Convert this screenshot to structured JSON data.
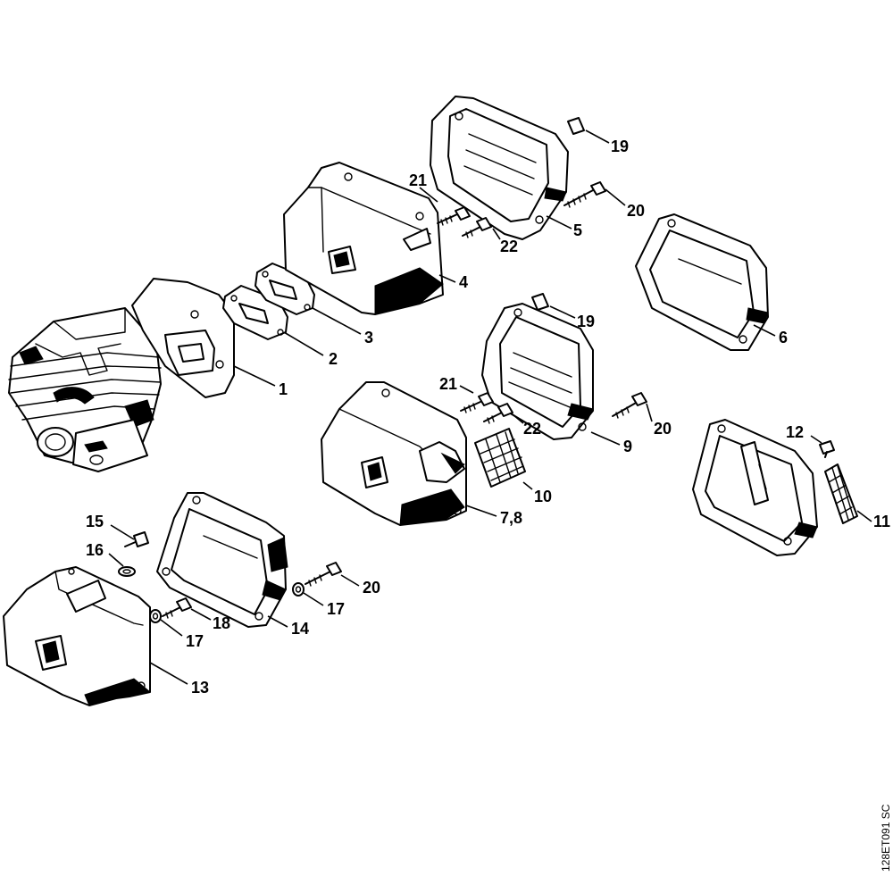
{
  "figure_code": "128ET091 SC",
  "parts": [
    {
      "id": "p1",
      "label": "1"
    },
    {
      "id": "p2",
      "label": "2"
    },
    {
      "id": "p3",
      "label": "3"
    },
    {
      "id": "p4",
      "label": "4"
    },
    {
      "id": "p5",
      "label": "5"
    },
    {
      "id": "p6",
      "label": "6"
    },
    {
      "id": "p78",
      "label": "7,8"
    },
    {
      "id": "p9",
      "label": "9"
    },
    {
      "id": "p10",
      "label": "10"
    },
    {
      "id": "p11",
      "label": "11"
    },
    {
      "id": "p12",
      "label": "12"
    },
    {
      "id": "p13",
      "label": "13"
    },
    {
      "id": "p14",
      "label": "14"
    },
    {
      "id": "p15",
      "label": "15"
    },
    {
      "id": "p16",
      "label": "16"
    },
    {
      "id": "p17a",
      "label": "17"
    },
    {
      "id": "p17b",
      "label": "17"
    },
    {
      "id": "p18",
      "label": "18"
    },
    {
      "id": "p19a",
      "label": "19"
    },
    {
      "id": "p19b",
      "label": "19"
    },
    {
      "id": "p20a",
      "label": "20"
    },
    {
      "id": "p20b",
      "label": "20"
    },
    {
      "id": "p20c",
      "label": "20"
    },
    {
      "id": "p21a",
      "label": "21"
    },
    {
      "id": "p21b",
      "label": "21"
    },
    {
      "id": "p22a",
      "label": "22"
    },
    {
      "id": "p22b",
      "label": "22"
    }
  ]
}
